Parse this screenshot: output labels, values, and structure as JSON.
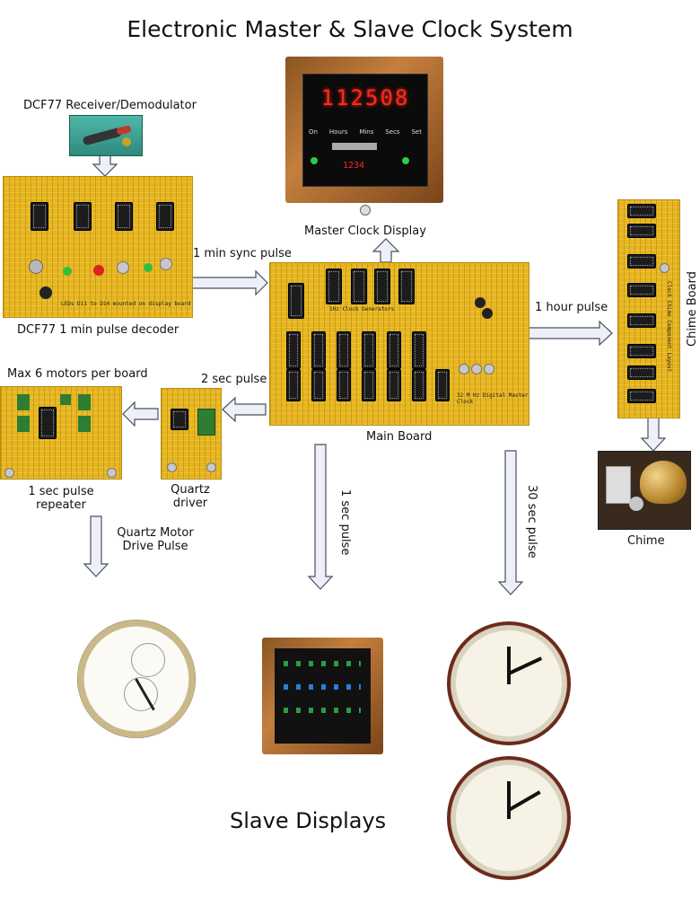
{
  "title": "Electronic Master & Slave Clock System",
  "labels": {
    "dcf77_receiver": "DCF77 Receiver/Demodulator",
    "dcf77_decoder": "DCF77 1 min pulse decoder",
    "master_display": "Master Clock Display",
    "main_board": "Main Board",
    "chime_board": "Chime Board",
    "chime": "Chime",
    "max_motors": "Max 6 motors per board",
    "repeater": "1 sec pulse\nrepeater",
    "quartz_driver": "Quartz\ndriver",
    "quartz_motor": "Quartz Motor\nDrive Pulse",
    "slave_displays": "Slave Displays"
  },
  "signals": {
    "sync": "1 min sync pulse",
    "hour": "1 hour pulse",
    "two_sec": "2 sec pulse",
    "one_sec": "1 sec pulse",
    "thirty_sec": "30 sec pulse"
  },
  "board_text": {
    "decoder_note": "LEDs D11 to D14 mounted on display board",
    "main_gen": "1Hz Clock Generators",
    "main_name": "32 M Hz Digital Master Clock",
    "chime_layout": "Clock Chime Component Layout"
  },
  "master_clock": {
    "time": "112508",
    "buttons": [
      "On",
      "Hours",
      "Mins",
      "Secs",
      "Set"
    ],
    "sub": "1234"
  },
  "colors": {
    "board": "#e6b520",
    "arrow_fill": "#eef0f8",
    "arrow_stroke": "#4a5060",
    "led_red": "#ff2a1a"
  }
}
